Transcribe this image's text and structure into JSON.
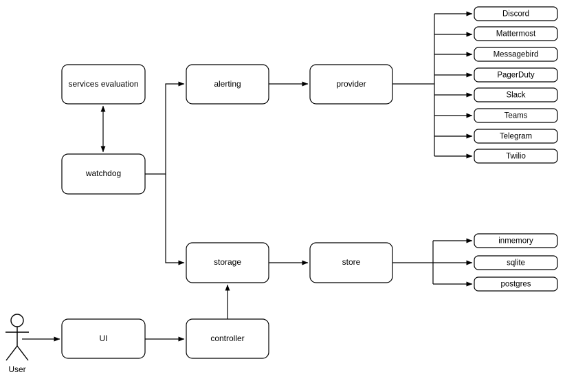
{
  "diagram": {
    "title": "architecture-flow-diagram",
    "background_color": "#ffffff",
    "line_color": "#000000",
    "node_fill": "#ffffff",
    "actor": {
      "label": "User",
      "icon": "stick-figure-actor-icon"
    },
    "nodes": {
      "services_evaluation": "services evaluation",
      "watchdog": "watchdog",
      "alerting": "alerting",
      "provider": "provider",
      "storage": "storage",
      "store": "store",
      "ui": "UI",
      "controller": "controller"
    },
    "providers": [
      "Discord",
      "Mattermost",
      "Messagebird",
      "PagerDuty",
      "Slack",
      "Teams",
      "Telegram",
      "Twilio"
    ],
    "stores": [
      "inmemory",
      "sqlite",
      "postgres"
    ]
  }
}
